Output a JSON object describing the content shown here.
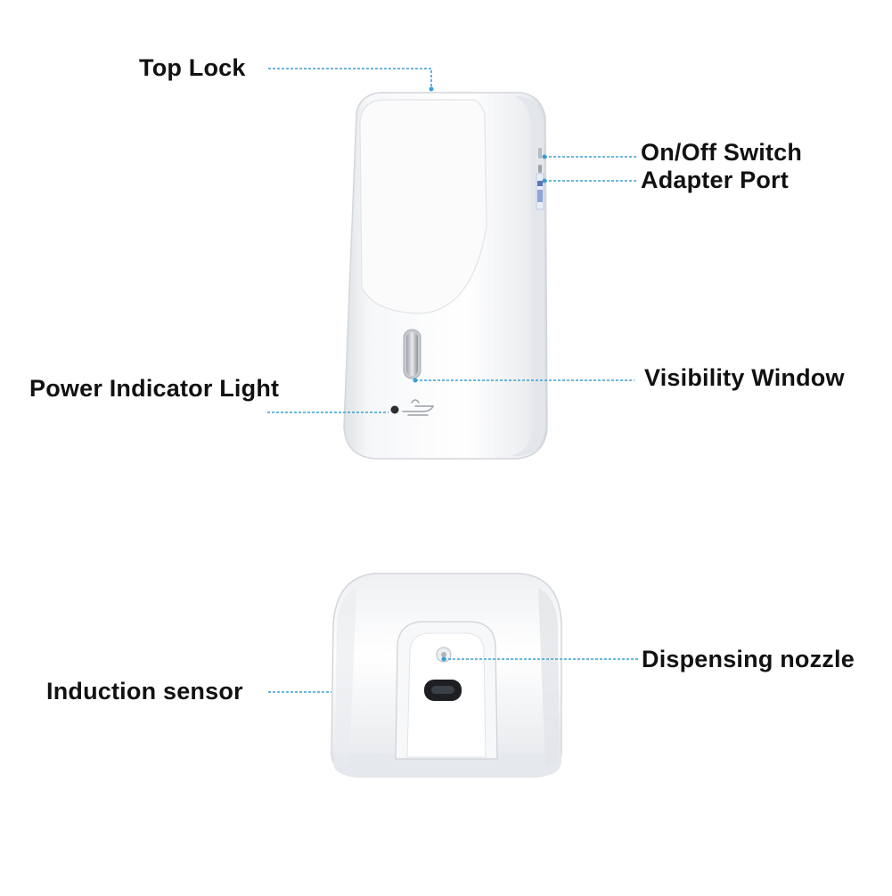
{
  "labels": {
    "top_lock": "Top Lock",
    "on_off_switch": "On/Off Switch",
    "adapter_port": "Adapter Port",
    "power_indicator_light": "Power Indicator Light",
    "visibility_window": "Visibility Window",
    "dispensing_nozzle": "Dispensing nozzle",
    "induction_sensor": "Induction sensor"
  },
  "colors": {
    "leader_line": "#3a9fd4",
    "label_text": "#111111",
    "device_body": "#f4f5f7",
    "device_shadow": "#d9dce1"
  }
}
